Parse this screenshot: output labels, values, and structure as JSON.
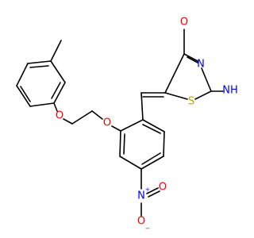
{
  "molecule": {
    "atoms": {
      "O_carbonyl": "O",
      "N_ring": "N",
      "S_ring": "S",
      "N_amine": "NH",
      "O_ether1": "O",
      "O_ether2": "O",
      "N_nitro": "N",
      "N_nitro_charge": "+",
      "O_nitro_top": "O",
      "O_nitro_bottom": "O",
      "O_nitro_charge": "−"
    },
    "colors": {
      "bond": "#000000",
      "oxygen": "#ff0000",
      "nitrogen": "#0000ff",
      "sulfur": "#b2a400",
      "nitrogen_hydrogen": "#000000"
    }
  }
}
